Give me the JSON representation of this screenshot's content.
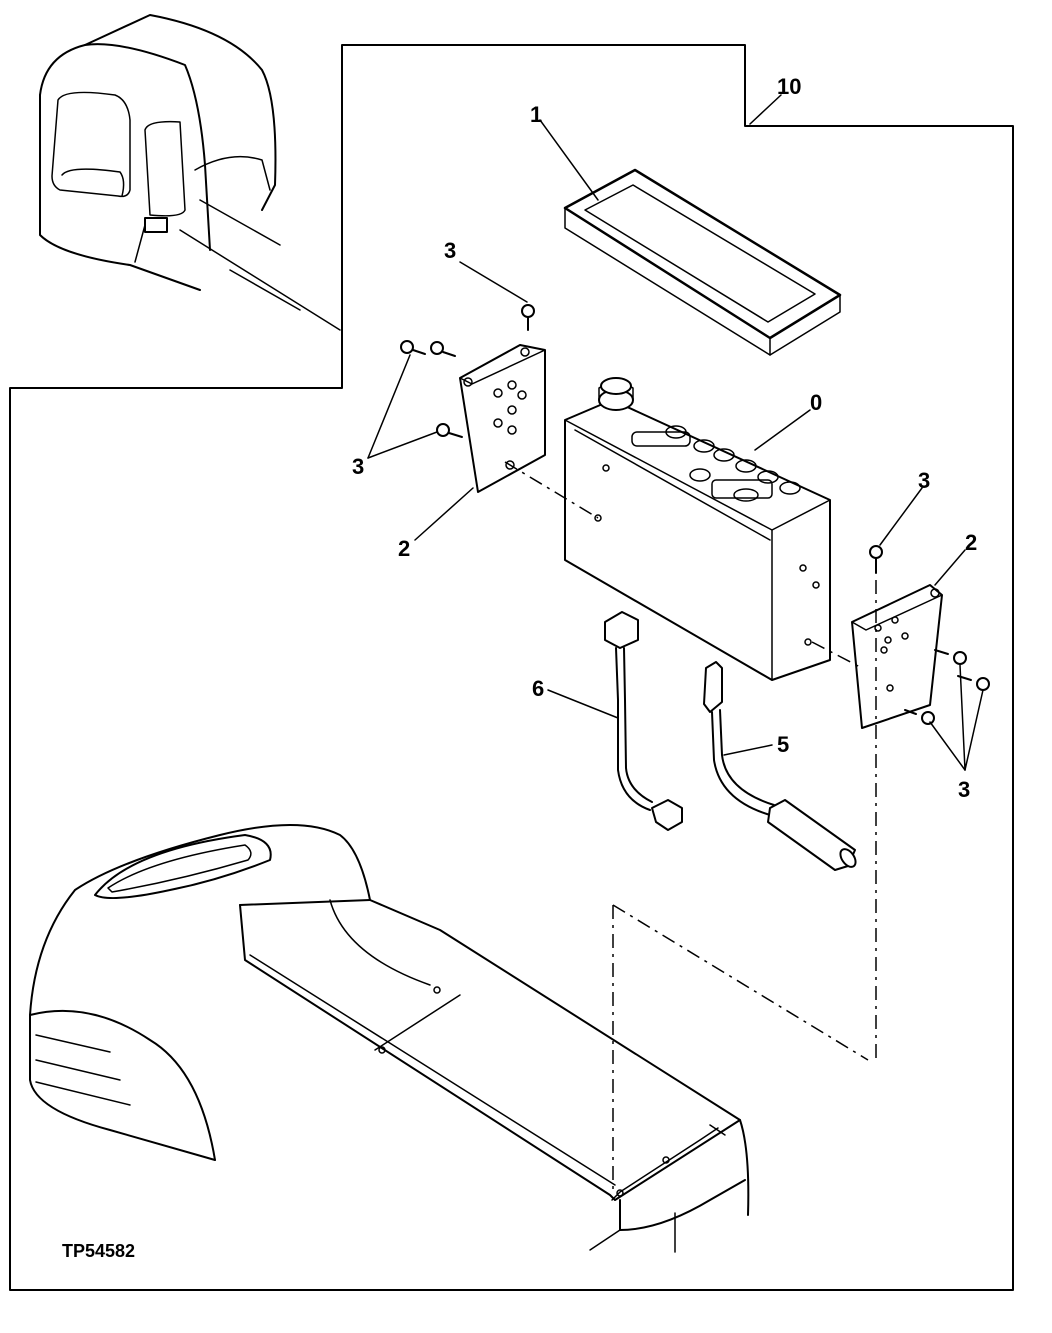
{
  "figure_ref": "TP54582",
  "callouts": {
    "assembly": "10",
    "gasket": "1",
    "monitor": "0",
    "bracket_left": "2",
    "bracket_right": "2",
    "screws_top_left": "3",
    "screws_left": "3",
    "screw_top_right": "3",
    "screws_right": "3",
    "harness_short": "6",
    "harness_long": "5"
  }
}
